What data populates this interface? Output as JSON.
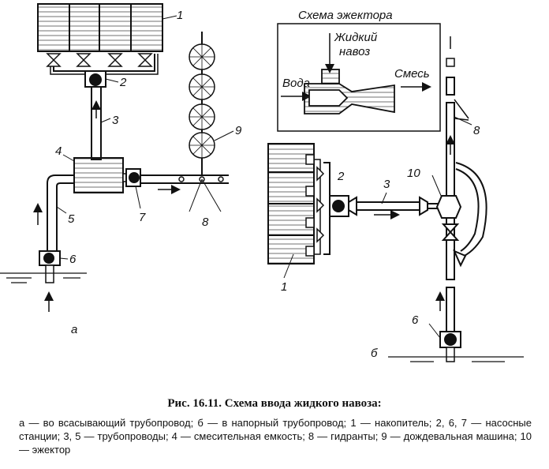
{
  "diagram": {
    "panel_a": {
      "panel_label": "а",
      "callouts": {
        "n1": "1",
        "n2": "2",
        "n3": "3",
        "n4": "4",
        "n5": "5",
        "n6": "6",
        "n7": "7",
        "n8": "8",
        "n9": "9"
      }
    },
    "panel_b": {
      "panel_label": "б",
      "callouts": {
        "n1": "1",
        "n2": "2",
        "n3": "3",
        "n6": "6",
        "n8": "8",
        "n10": "10"
      }
    },
    "ejector_inset": {
      "title": "Схема эжектора",
      "liquid_manure": [
        "Жидкий",
        "навоз"
      ],
      "water": "Вода",
      "mixture": "Смесь"
    }
  },
  "caption": {
    "title": "Рис. 16.11. Схема ввода жидкого навоза:",
    "legend": "а — во всасывающий трубопровод; б — в напорный трубопровод; 1 — накопитель; 2, 6, 7 — насосные станции; 3, 5 — трубопроводы; 4 — смесительная емкость; 8 — гидранты; 9 — дождевальная машина; 10 — эжектор"
  }
}
